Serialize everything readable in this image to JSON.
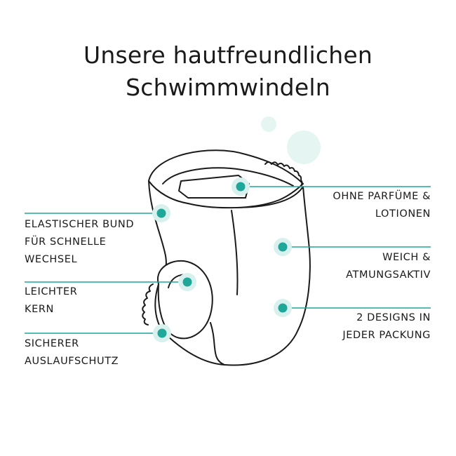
{
  "heading": {
    "line1": "Unsere hautfreundlichen",
    "line2": "Schwimmwindeln"
  },
  "features_left": [
    {
      "lines": [
        "ELASTISCHER BUND",
        "FÜR SCHNELLE",
        "WECHSEL"
      ]
    },
    {
      "lines": [
        "LEICHTER",
        "KERN"
      ]
    },
    {
      "lines": [
        "SICHERER",
        "AUSLAUFSCHUTZ"
      ]
    }
  ],
  "features_right": [
    {
      "lines": [
        "OHNE PARFÜME &",
        "LOTIONEN"
      ]
    },
    {
      "lines": [
        "WEICH &",
        "ATMUNGSAKTIV"
      ]
    },
    {
      "lines": [
        "2 DESIGNS IN",
        "JEDER PACKUNG"
      ]
    }
  ],
  "colors": {
    "accent": "#1fa79a",
    "halo": "#d9f1ee",
    "bubble": "#e4f5f2",
    "line": "#1fa79a",
    "ink": "#1a1a1a"
  },
  "icons": {
    "illustration": "swim-diaper-outline",
    "marker": "teal-dot"
  }
}
